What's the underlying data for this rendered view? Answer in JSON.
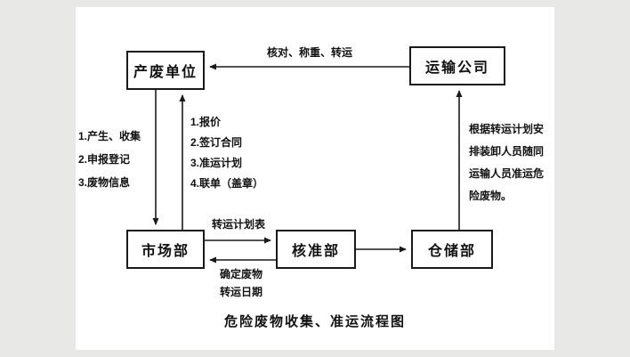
{
  "title": "危险废物收集、准运流程图",
  "colors": {
    "page_background": "#e8e8e6",
    "panel_background": "#ffffff",
    "line": "#1a1a1a",
    "text": "#111111"
  },
  "nodes": {
    "waste_producer": "产废单位",
    "transport_company": "运输公司",
    "market_dept": "市场部",
    "approval_dept": "核准部",
    "warehouse_dept": "仓储部"
  },
  "edge_labels": {
    "check_weigh_transfer": "核对、称重、转运",
    "producer_steps": [
      "1.产生、收集",
      "2.申报登记",
      "3.废物信息"
    ],
    "market_steps": [
      "1.报价",
      "2.签订合同",
      "3.准运计划",
      "4.联单（盖章）"
    ],
    "transfer_plan_table": "转运计划表",
    "confirm_waste": [
      "确定废物",
      "转运日期"
    ],
    "warehouse_note": [
      "根据转运计划安",
      "排装卸人员随同",
      "运输人员准运危",
      "险废物。"
    ]
  }
}
